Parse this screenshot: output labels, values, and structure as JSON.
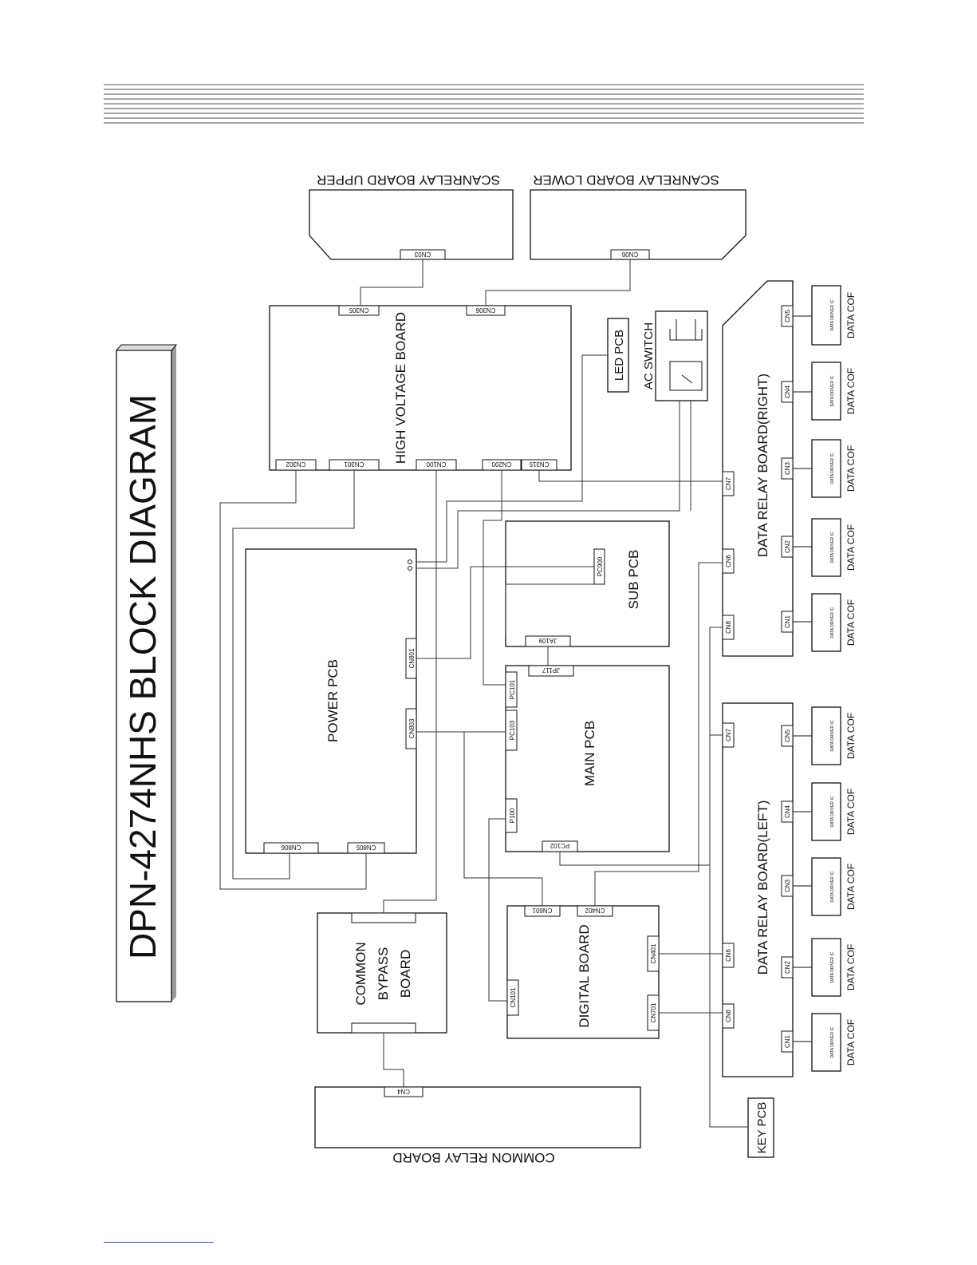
{
  "title": "DPN-4274NHS BLOCK DIAGRAM",
  "boards": {
    "scan_upper": "SCANRELAY BOARD UPPER",
    "scan_lower": "SCANRELAY BOARD LOWER",
    "high_voltage": "HIGH VOLTAGE BOARD",
    "led_pcb": "LED PCB",
    "ac_switch": "AC SWITCH",
    "power_pcb": "POWER PCB",
    "sub_pcb": "SUB PCB",
    "main_pcb": "MAIN PCB",
    "digital_board": "DIGITAL  BOARD",
    "common_bypass_1": "COMMON",
    "common_bypass_2": "BYPASS",
    "common_bypass_3": "BOARD",
    "common_relay": "COMMON RELAY BOARD",
    "key_pcb": "KEY PCB",
    "data_relay_right": "DATA RELAY BOARD(RIGHT)",
    "data_relay_left": "DATA RELAY BOARD(LEFT)"
  },
  "connectors": {
    "cn03": "CN03",
    "cn06": "CN06",
    "cn305": "CN305",
    "cn306": "CN306",
    "cn302": "CN302",
    "cn301": "CN301",
    "cn100": "CN100",
    "cn200": "CN200",
    "cn315": "CN315",
    "cn801": "CN801",
    "cn803": "CN803",
    "cn806": "CN806",
    "cn805": "CN805",
    "pc900": "PC900",
    "ja109": "JA109",
    "jp117": "JP117",
    "pc101": "PC101",
    "pc103": "PC103",
    "p100": "P100",
    "pc102": "PC102",
    "cn601": "CN601",
    "cn402": "CN402",
    "cn401": "CN401",
    "cn701": "CN701",
    "cn101": "CN101",
    "cn4": "CN4",
    "r_cn7": "CN7",
    "r_cn6": "CN6",
    "r_cn8": "CN8",
    "r_cn5": "CN5",
    "r_cn4": "CN4",
    "r_cn3": "CN3",
    "r_cn2": "CN2",
    "r_cn1": "CN1",
    "l_cn7": "CN7",
    "l_cn6": "CN6",
    "l_cn8": "CN8",
    "l_cn5": "CN5",
    "l_cn4": "CN4",
    "l_cn3": "CN3",
    "l_cn2": "CN2",
    "l_cn1": "CN1"
  },
  "cof": {
    "right": [
      {
        "label": "DATA COF",
        "ic": "DATA DRIVER IC"
      },
      {
        "label": "DATA COF",
        "ic": "DATA DRIVER IC"
      },
      {
        "label": "DATA COF",
        "ic": "DATA DRIVER IC"
      },
      {
        "label": "DATA COF",
        "ic": "DATA DRIVER IC"
      },
      {
        "label": "DATA COF",
        "ic": "DATA DRIVER IC"
      }
    ],
    "left": [
      {
        "label": "DATA COF",
        "ic": "DATA DRIVER IC"
      },
      {
        "label": "DATA COF",
        "ic": "DATA DRIVER IC"
      },
      {
        "label": "DATA COF",
        "ic": "DATA DRIVER IC"
      },
      {
        "label": "DATA COF",
        "ic": "DATA DRIVER IC"
      },
      {
        "label": "DATA COF",
        "ic": "DATA DRIVER IC"
      }
    ]
  }
}
